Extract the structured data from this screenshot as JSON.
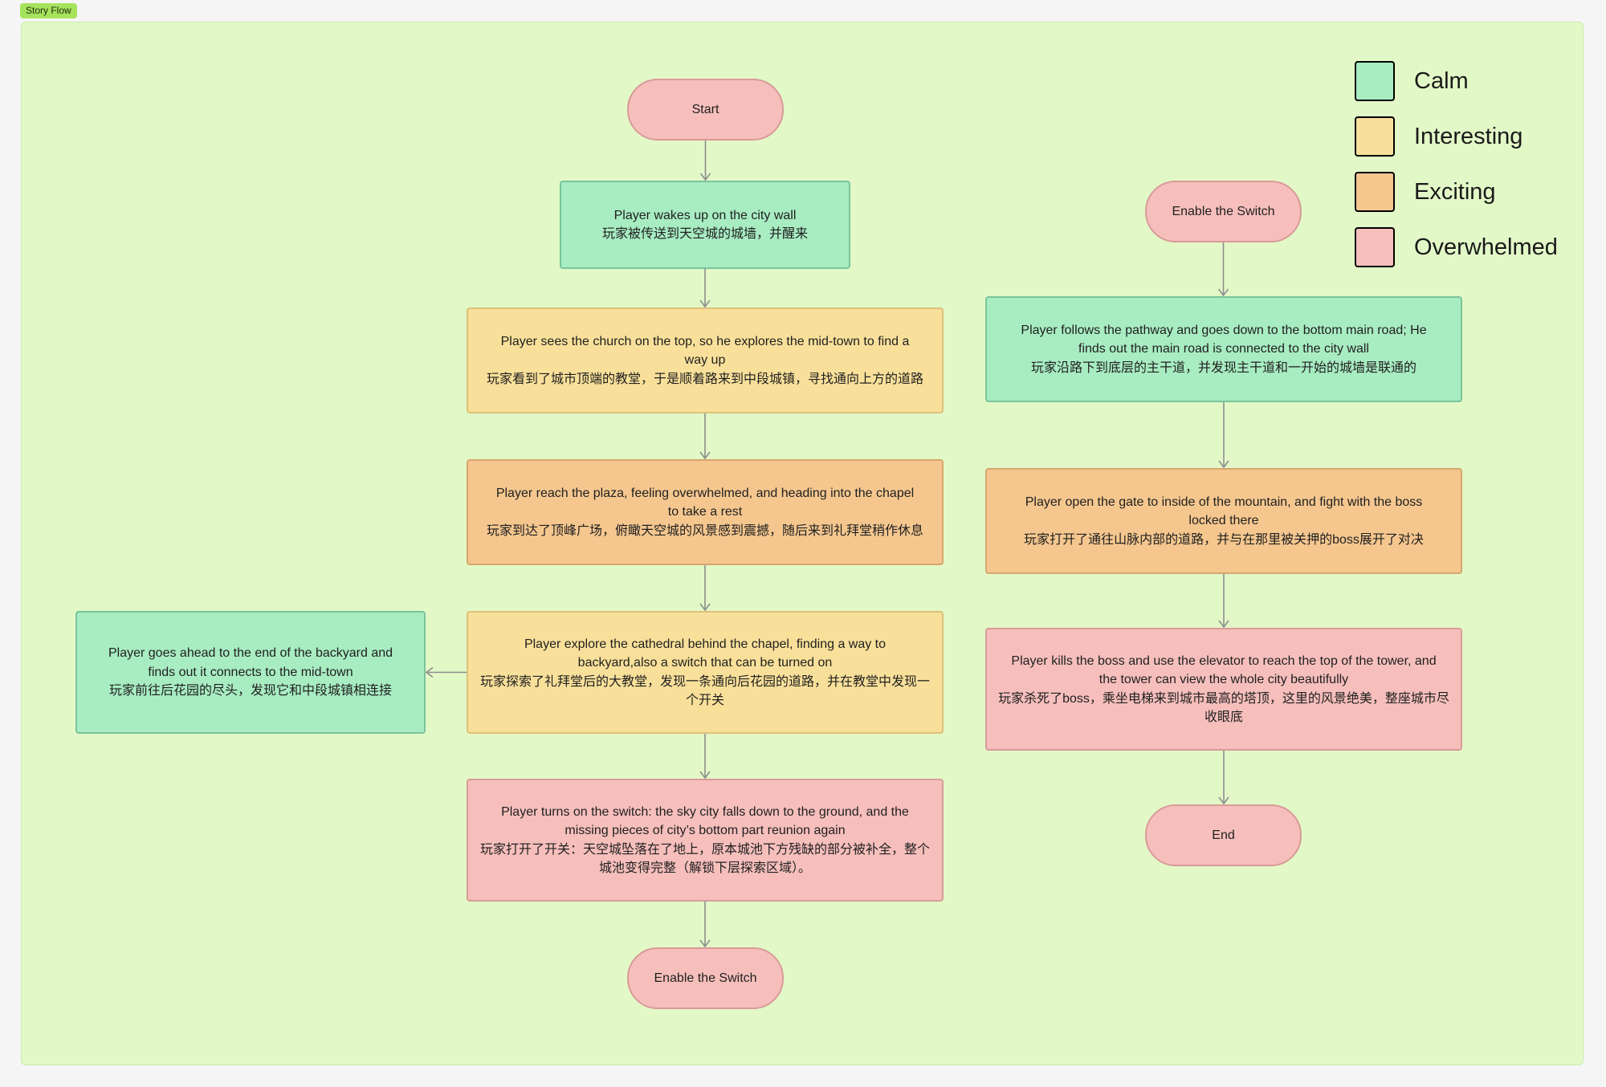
{
  "section": {
    "tag": "Story Flow"
  },
  "colors": {
    "calm": "#a8ecc2",
    "interesting": "#f9e09a",
    "exciting": "#f5c78f",
    "overwhelmed": "#f6bfbc",
    "section_bg": "#e3f8c7",
    "tag_bg": "#a6e35c",
    "edge": "#8e8e8e"
  },
  "legend": [
    {
      "category": "calm",
      "label": "Calm"
    },
    {
      "category": "interesting",
      "label": "Interesting"
    },
    {
      "category": "exciting",
      "label": "Exciting"
    },
    {
      "category": "overwhelmed",
      "label": "Overwhelmed"
    }
  ],
  "nodes": {
    "start": {
      "category": "overwhelmed",
      "lines": [
        "Start"
      ]
    },
    "wake": {
      "category": "calm",
      "lines": [
        "Player wakes up on the city wall",
        "玩家被传送到天空城的城墙，并醒来"
      ]
    },
    "church": {
      "category": "interesting",
      "lines": [
        "Player sees the church on the top, so he explores the mid-town to find a",
        "way up",
        "玩家看到了城市顶端的教堂，于是顺着路来到中段城镇，寻找通向上方的道路"
      ]
    },
    "plaza": {
      "category": "exciting",
      "lines": [
        "Player reach the plaza, feeling overwhelmed, and heading into the chapel",
        "to take a rest",
        "玩家到达了顶峰广场，俯瞰天空城的风景感到震撼，随后来到礼拜堂稍作休息"
      ]
    },
    "cathedral": {
      "category": "interesting",
      "lines": [
        "Player explore the cathedral behind the chapel, finding a way to",
        "backyard,also a switch that can be turned on",
        "玩家探索了礼拜堂后的大教堂，发现一条通向后花园的道路，并在教堂中发现一",
        "个开关"
      ]
    },
    "backyard": {
      "category": "calm",
      "lines": [
        "Player goes ahead to the end of the backyard and",
        "finds out it connects to the mid-town",
        "玩家前往后花园的尽头，发现它和中段城镇相连接"
      ]
    },
    "turn_switch": {
      "category": "overwhelmed",
      "lines": [
        "Player turns on the switch: the sky city falls down to the ground, and the",
        "missing pieces of city’s bottom part reunion again",
        "玩家打开了开关：天空城坠落在了地上，原本城池下方残缺的部分被补全，整个",
        "城池变得完整（解锁下层探索区域）。"
      ]
    },
    "enable_switch_left": {
      "category": "overwhelmed",
      "lines": [
        "Enable the Switch"
      ]
    },
    "enable_switch_right": {
      "category": "overwhelmed",
      "lines": [
        "Enable the Switch"
      ]
    },
    "pathway": {
      "category": "calm",
      "lines": [
        "Player follows the pathway and goes down to the bottom main road; He",
        "finds out the main road is connected to the city wall",
        "玩家沿路下到底层的主干道，并发现主干道和一开始的城墙是联通的"
      ]
    },
    "gate": {
      "category": "exciting",
      "lines": [
        "Player open the gate to inside of the mountain, and fight with the boss",
        "locked there",
        "玩家打开了通往山脉内部的道路，并与在那里被关押的boss展开了对决"
      ]
    },
    "boss": {
      "category": "overwhelmed",
      "lines": [
        "Player kills the boss and use the elevator to reach the top of the tower, and",
        "the tower can view the whole city beautifully",
        "玩家杀死了boss，乘坐电梯来到城市最高的塔顶，这里的风景绝美，整座城市尽",
        "收眼底"
      ]
    },
    "end": {
      "category": "overwhelmed",
      "lines": [
        "End"
      ]
    }
  },
  "edges": [
    {
      "from": "start",
      "to": "wake"
    },
    {
      "from": "wake",
      "to": "church"
    },
    {
      "from": "church",
      "to": "plaza"
    },
    {
      "from": "plaza",
      "to": "cathedral"
    },
    {
      "from": "cathedral",
      "to": "backyard"
    },
    {
      "from": "cathedral",
      "to": "turn_switch"
    },
    {
      "from": "turn_switch",
      "to": "enable_switch_left"
    },
    {
      "from": "enable_switch_right",
      "to": "pathway"
    },
    {
      "from": "pathway",
      "to": "gate"
    },
    {
      "from": "gate",
      "to": "boss"
    },
    {
      "from": "boss",
      "to": "end"
    }
  ]
}
